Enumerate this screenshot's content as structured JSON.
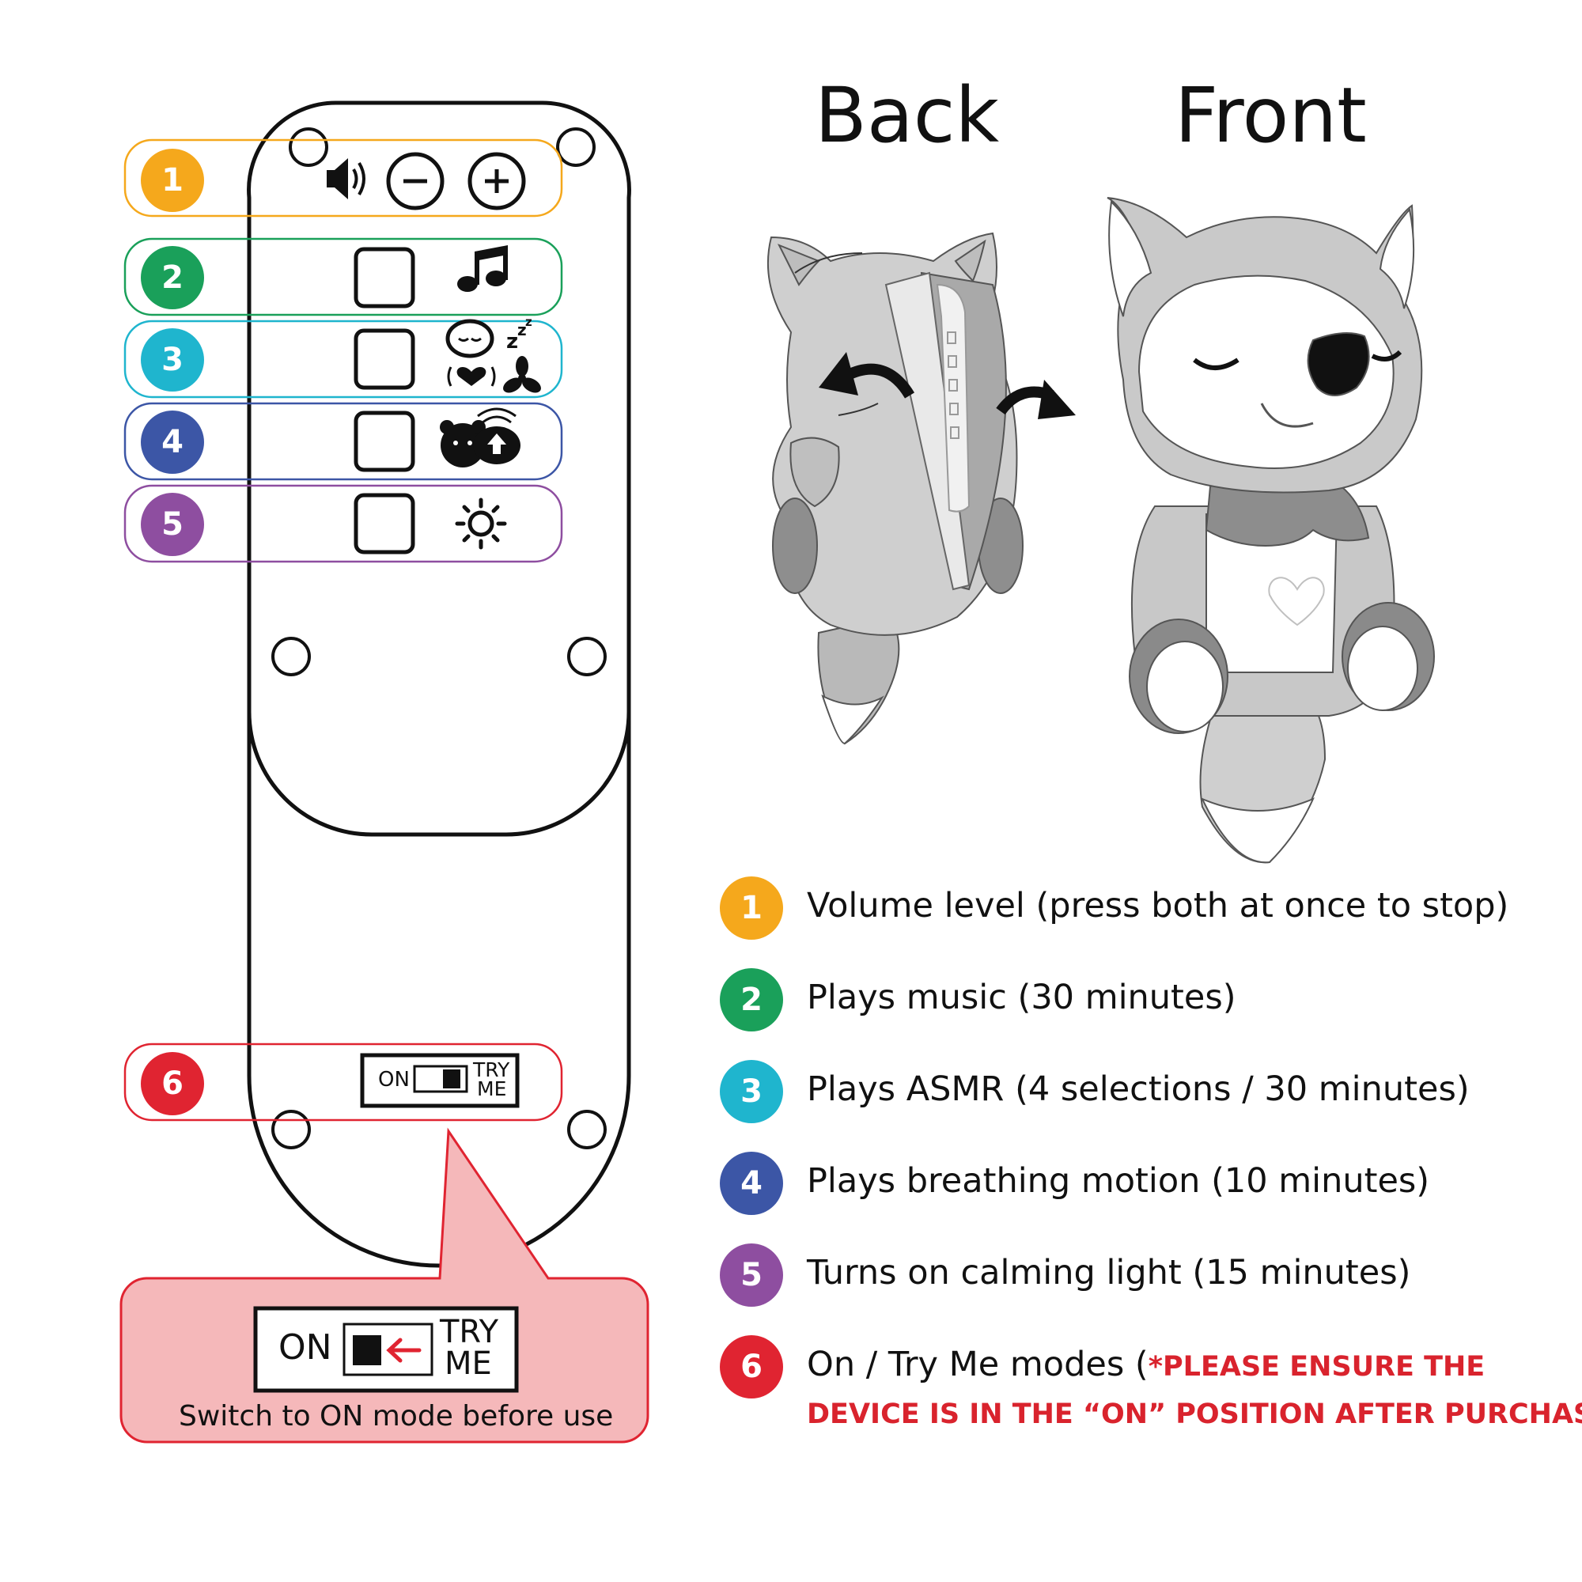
{
  "headings": {
    "back": "Back",
    "front": "Front"
  },
  "colors": {
    "1": "#f5a81c",
    "2": "#1aa05a",
    "3": "#1fb5ce",
    "4": "#3c56a6",
    "5": "#8e4ea0",
    "6": "#e02431",
    "warning": "#d9232d",
    "callout_fill": "#f5b8ba"
  },
  "rows": [
    {
      "num": "1",
      "icons": [
        "speaker-icon",
        "minus-icon",
        "plus-icon"
      ]
    },
    {
      "num": "2",
      "icons": [
        "music-note-icon"
      ]
    },
    {
      "num": "3",
      "icons": [
        "sleep-asmr-icon"
      ]
    },
    {
      "num": "4",
      "icons": [
        "breathing-icon"
      ]
    },
    {
      "num": "5",
      "icons": [
        "sun-icon"
      ]
    },
    {
      "num": "6",
      "icons": [
        "switch-icon"
      ]
    }
  ],
  "device_switch": {
    "on": "ON",
    "try": "TRY",
    "me": "ME"
  },
  "callout": {
    "on": "ON",
    "try": "TRY",
    "me": "ME",
    "caption": "Switch to ON mode before use"
  },
  "legend": [
    {
      "num": "1",
      "text": "Volume level (press both at once to stop)"
    },
    {
      "num": "2",
      "text": "Plays music (30 minutes)"
    },
    {
      "num": "3",
      "text": "Plays ASMR (4 selections / 30 minutes)"
    },
    {
      "num": "4",
      "text": "Plays breathing motion (10 minutes)"
    },
    {
      "num": "5",
      "text": "Turns on calming light (15 minutes)"
    },
    {
      "num": "6",
      "text": "On / Try Me modes (",
      "warning": "*PLEASE ENSURE THE",
      "warning_line2": "DEVICE IS IN THE “ON” POSITION AFTER PURCHASE",
      "close": ")"
    }
  ]
}
